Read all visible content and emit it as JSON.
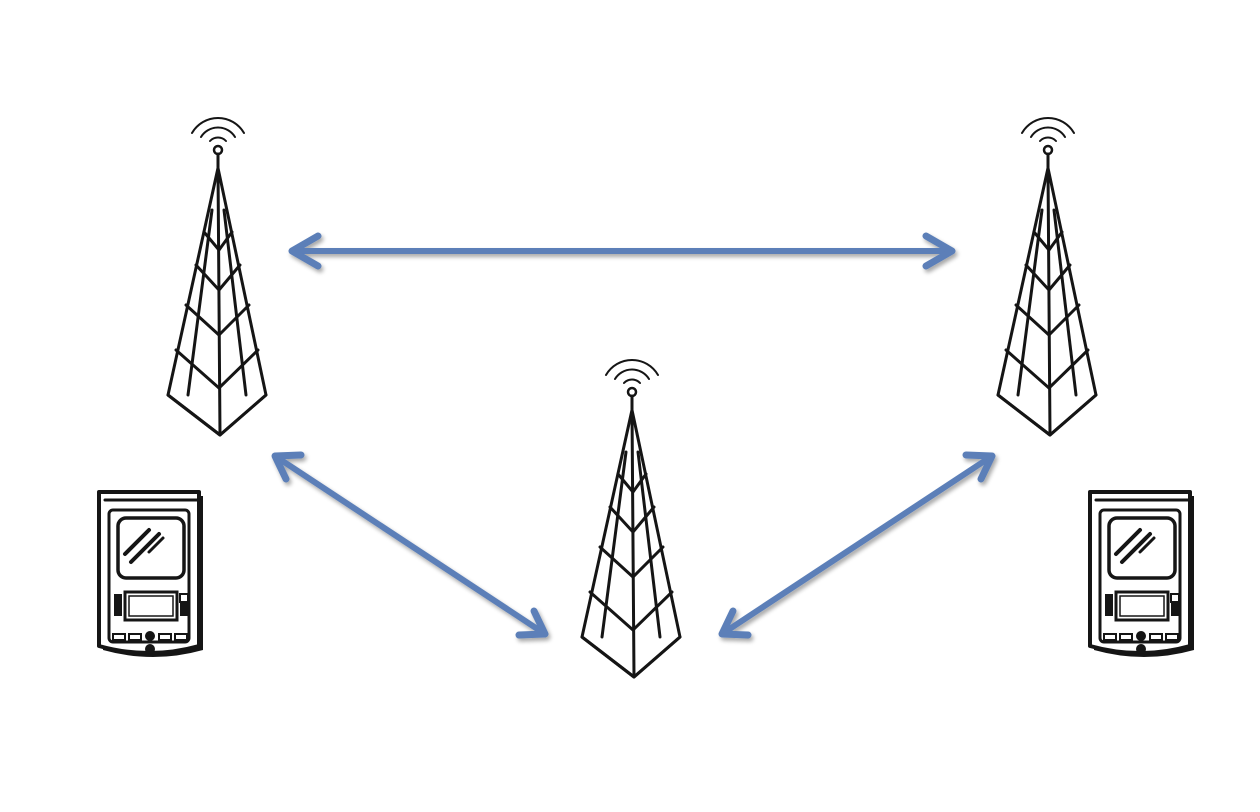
{
  "colors": {
    "link_arrow": "#5b7fb8",
    "link_arrow_shadow": "#c6c6c6",
    "outline": "#151515",
    "background": "#ffffff"
  },
  "diagram": {
    "nodes": [
      {
        "id": "tower-left",
        "kind": "cell-tower",
        "icon": "radio-tower-icon"
      },
      {
        "id": "tower-right",
        "kind": "cell-tower",
        "icon": "radio-tower-icon"
      },
      {
        "id": "tower-center",
        "kind": "cell-tower",
        "icon": "radio-tower-icon"
      },
      {
        "id": "device-left",
        "kind": "handheld-device",
        "icon": "handheld-device-icon"
      },
      {
        "id": "device-right",
        "kind": "handheld-device",
        "icon": "handheld-device-icon"
      }
    ],
    "links": [
      {
        "from": "tower-left",
        "to": "tower-right",
        "style": "double-arrow"
      },
      {
        "from": "tower-left",
        "to": "tower-center",
        "style": "double-arrow"
      },
      {
        "from": "tower-center",
        "to": "tower-right",
        "style": "double-arrow"
      }
    ]
  }
}
